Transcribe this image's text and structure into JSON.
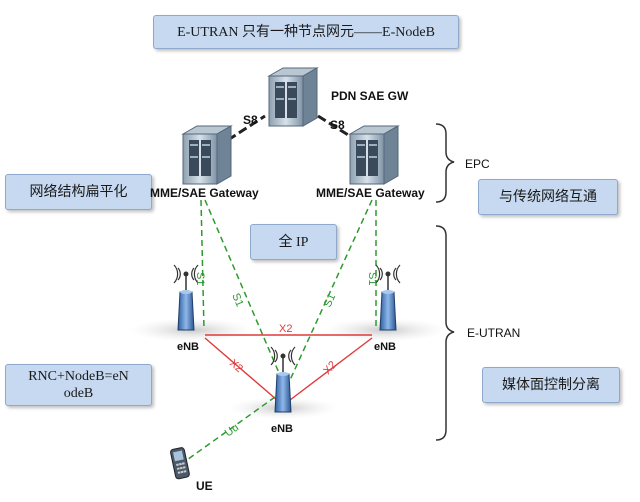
{
  "header": {
    "title": "E-UTRAN 只有一种节点网元——E-NodeB"
  },
  "callouts": {
    "flat": "网络结构扁平化",
    "interop": "与传统网络互通",
    "all_ip": "全 IP",
    "rnc_nodeb": "RNC+NodeB=eNodeB",
    "media_control": "媒体面控制分离"
  },
  "nodes": {
    "pdn_gw": "PDN SAE GW",
    "mme_left": "MME/SAE Gateway",
    "mme_right": "MME/SAE Gateway",
    "enb_left": "eNB",
    "enb_right": "eNB",
    "enb_bottom": "eNB",
    "ue": "UE"
  },
  "links": {
    "s8_left": "S8",
    "s8_right": "S8",
    "s1_a": "S1",
    "s1_b": "S1",
    "s1_c": "S1",
    "s1_d": "S1",
    "x2_top": "X2",
    "x2_left": "X2",
    "x2_right": "X2",
    "uu": "Uu"
  },
  "brackets": {
    "epc": "EPC",
    "eutran": "E-UTRAN"
  },
  "colors": {
    "s1_link": "#2e9a2e",
    "x2_link": "#e03a3a",
    "box_fill": "#c6d9f0"
  }
}
